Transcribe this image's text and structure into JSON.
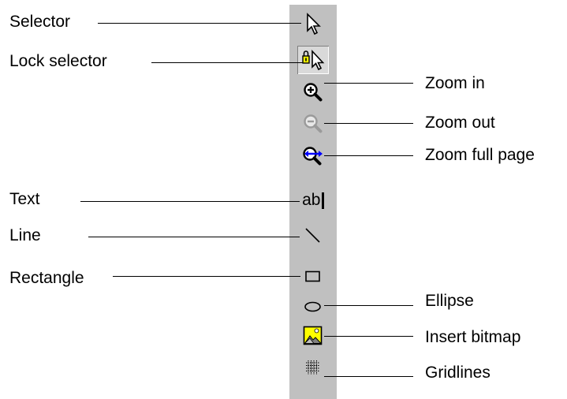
{
  "toolbar": {
    "background_color": "#c0c0c0",
    "selected_tool": "lock-selector",
    "tools": [
      {
        "id": "selector",
        "icon": "arrow-pointer-icon",
        "label": "Selector"
      },
      {
        "id": "lock-selector",
        "icon": "lock-pointer-icon",
        "label": "Lock selector"
      },
      {
        "id": "zoom-in",
        "icon": "zoom-in-icon",
        "label": "Zoom in"
      },
      {
        "id": "zoom-out",
        "icon": "zoom-out-icon",
        "label": "Zoom out"
      },
      {
        "id": "zoom-full-page",
        "icon": "zoom-full-page-icon",
        "label": "Zoom full page"
      },
      {
        "id": "text",
        "icon": "text-tool-icon",
        "label": "Text",
        "glyph": "ab"
      },
      {
        "id": "line",
        "icon": "line-tool-icon",
        "label": "Line"
      },
      {
        "id": "rectangle",
        "icon": "rectangle-tool-icon",
        "label": "Rectangle"
      },
      {
        "id": "ellipse",
        "icon": "ellipse-tool-icon",
        "label": "Ellipse"
      },
      {
        "id": "insert-bitmap",
        "icon": "insert-bitmap-icon",
        "label": "Insert bitmap"
      },
      {
        "id": "gridlines",
        "icon": "gridlines-icon",
        "label": "Gridlines"
      }
    ]
  },
  "colors": {
    "zoom_full_page_arrow": "#0000ff",
    "bitmap_fill": "#ffff00",
    "disabled_icon": "#9a9a9a"
  }
}
